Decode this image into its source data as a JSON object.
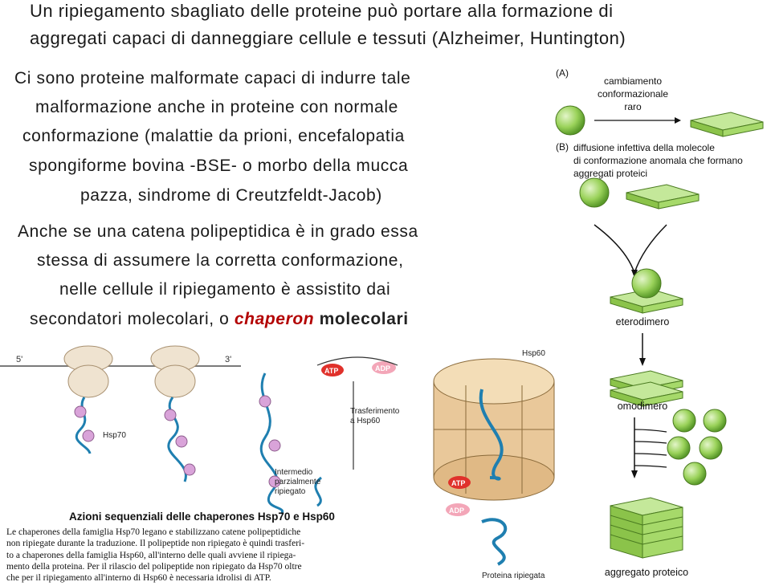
{
  "title": {
    "line1": "Un ripiegamento sbagliato delle proteine può portare alla formazione di",
    "line2": "aggregati capaci di danneggiare cellule e tessuti (Alzheimer, Huntington)"
  },
  "paragraph1": {
    "lines": [
      "Ci sono proteine malformate capaci di indurre tale",
      "malformazione anche in proteine con normale",
      "conformazione (malattie da prioni, encefalopatia",
      "spongiforme bovina -BSE- o morbo della mucca",
      "pazza, sindrome di Creutzfeldt-Jacob)"
    ]
  },
  "paragraph2": {
    "lines": [
      "Anche se una catena polipeptidica è in grado essa",
      "stessa di assumere la corretta conformazione,",
      "nelle cellule il ripiegamento è assistito dai"
    ],
    "last_prefix": "secondatori molecolari, o ",
    "last_chaperon": "chaperon",
    "last_suffix": " molecolari"
  },
  "chaperone_figure": {
    "label_5prime": "5'",
    "label_3prime": "3'",
    "label_hsp70": "Hsp70",
    "label_atp": "ATP",
    "label_adp": "ADP",
    "label_transfer": [
      "Trasferimento",
      "a Hsp60"
    ],
    "label_intermediate": [
      "Intermedio",
      "parzialmente",
      "ripiegato"
    ],
    "label_hsp60": "Hsp60",
    "label_atp2": "ATP",
    "label_adp2": "ADP",
    "label_folded": "Proteina ripiegata",
    "caption_title": "Azioni sequenziali delle chaperones Hsp70 e Hsp60",
    "caption_lines": [
      "Le chaperones della famiglia Hsp70 legano e stabilizzano catene polipeptidiche",
      "non ripiegate durante la traduzione. Il polipeptide non ripiegato è quindi trasferi-",
      "to a chaperones della famiglia Hsp60, all'interno delle quali avviene il ripiega-",
      "mento della proteina. Per il rilascio del polipeptide non ripiegato da Hsp70 oltre",
      "che per il ripiegamento all'interno di Hsp60 è necessaria idrolisi di ATP."
    ]
  },
  "prion_figure": {
    "label_A": "(A)",
    "label_A_text": [
      "cambiamento",
      "conformazionale",
      "raro"
    ],
    "label_B": "(B)",
    "label_B_text": [
      "diffusione infettiva della molecole",
      "di conformazione anomala che formano",
      "aggregati proteici"
    ],
    "label_heterodimer": "eterodimero",
    "label_homodimer": "omodimero",
    "label_aggregate": "aggregato proteico"
  },
  "colors": {
    "sphere_green": "#9ad25a",
    "slab_green": "#a6d96a",
    "chain_blue": "#1f7fb0",
    "chaperone_pink": "#d9a3d9",
    "atp_red": "#e0312b",
    "adp_pink": "#f3a6b8",
    "barrel_beige": "#e9c89a",
    "chaperon_red": "#b30000"
  }
}
